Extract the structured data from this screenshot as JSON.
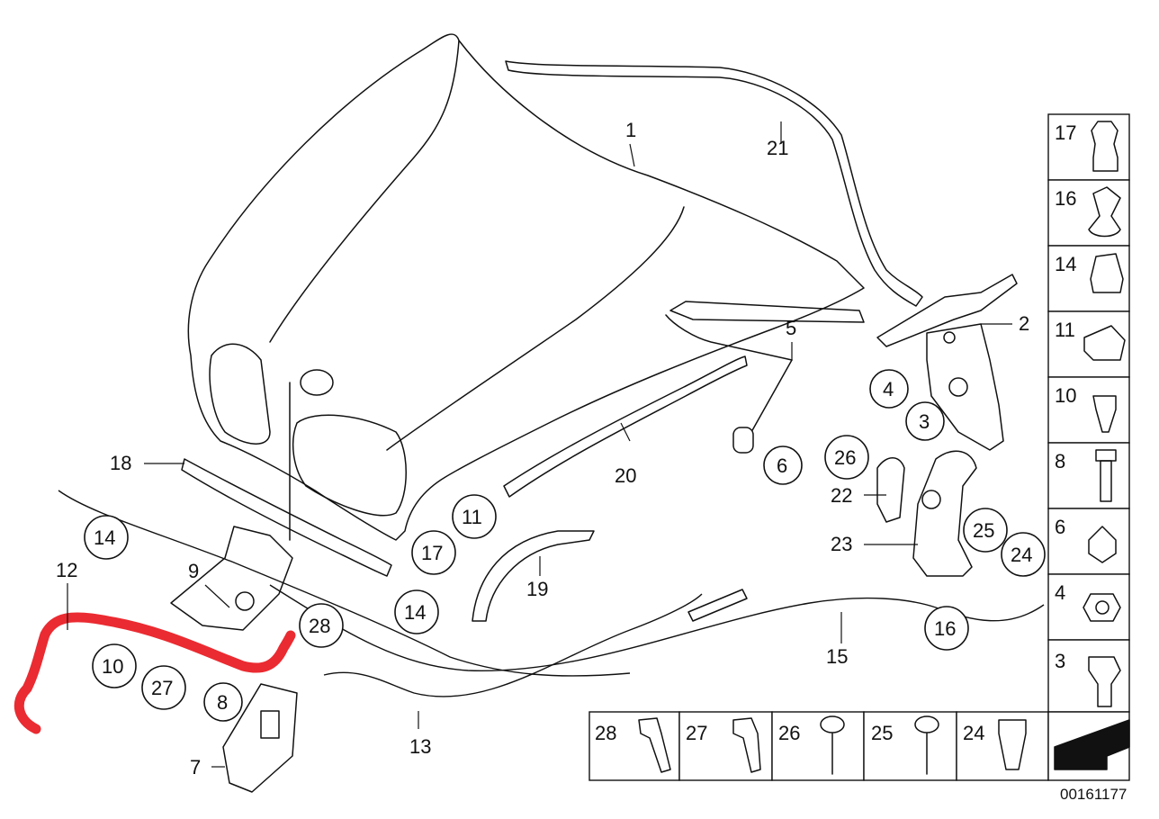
{
  "callouts": [
    {
      "id": "c1",
      "text": "1",
      "circled": false
    },
    {
      "id": "c2",
      "text": "2",
      "circled": false
    },
    {
      "id": "c3",
      "text": "3",
      "circled": true
    },
    {
      "id": "c4",
      "text": "4",
      "circled": true
    },
    {
      "id": "c5",
      "text": "5",
      "circled": false
    },
    {
      "id": "c6",
      "text": "6",
      "circled": true
    },
    {
      "id": "c7",
      "text": "7",
      "circled": false
    },
    {
      "id": "c8",
      "text": "8",
      "circled": true
    },
    {
      "id": "c9",
      "text": "9",
      "circled": false
    },
    {
      "id": "c10",
      "text": "10",
      "circled": true
    },
    {
      "id": "c11",
      "text": "11",
      "circled": true
    },
    {
      "id": "c12",
      "text": "12",
      "circled": false
    },
    {
      "id": "c13",
      "text": "13",
      "circled": false
    },
    {
      "id": "c14a",
      "text": "14",
      "circled": true
    },
    {
      "id": "c14b",
      "text": "14",
      "circled": true
    },
    {
      "id": "c15",
      "text": "15",
      "circled": false
    },
    {
      "id": "c16",
      "text": "16",
      "circled": true
    },
    {
      "id": "c17",
      "text": "17",
      "circled": true
    },
    {
      "id": "c18",
      "text": "18",
      "circled": false
    },
    {
      "id": "c19",
      "text": "19",
      "circled": false
    },
    {
      "id": "c20",
      "text": "20",
      "circled": false
    },
    {
      "id": "c21",
      "text": "21",
      "circled": false
    },
    {
      "id": "c22",
      "text": "22",
      "circled": false
    },
    {
      "id": "c23",
      "text": "23",
      "circled": false
    },
    {
      "id": "c24",
      "text": "24",
      "circled": true
    },
    {
      "id": "c25",
      "text": "25",
      "circled": true
    },
    {
      "id": "c26",
      "text": "26",
      "circled": true
    },
    {
      "id": "c27",
      "text": "27",
      "circled": true
    },
    {
      "id": "c28",
      "text": "28",
      "circled": true
    }
  ],
  "side_legend": [
    "17",
    "16",
    "14",
    "11",
    "10",
    "8",
    "6",
    "4",
    "3"
  ],
  "bottom_legend": [
    "28",
    "27",
    "26",
    "25",
    "24"
  ],
  "diagram_code": "00161177",
  "colors": {
    "highlight": "#e8141b",
    "line": "#111111",
    "background": "#ffffff"
  }
}
